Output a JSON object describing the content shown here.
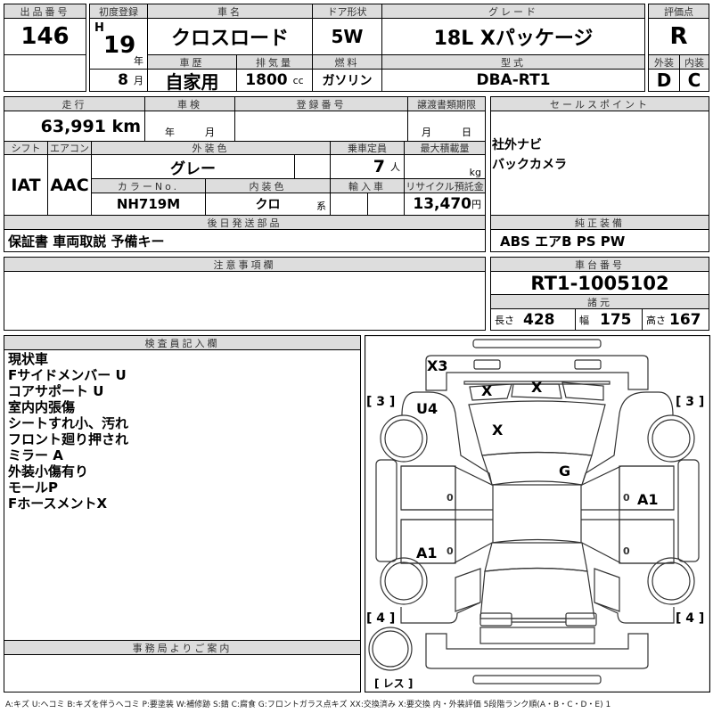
{
  "header": {
    "lot_label": "出品番号",
    "lot": "146",
    "first_reg_label": "初度登録",
    "era": "H",
    "year": "19",
    "year_unit": "年",
    "month": "8",
    "month_unit": "月",
    "car_name_label": "車名",
    "car_name": "クロスロード",
    "door_label": "ドア形状",
    "door": "5W",
    "grade_label": "グレード",
    "grade": "18L Xパッケージ",
    "history_label": "車歴",
    "history": "自家用",
    "displacement_label": "排気量",
    "displacement": "1800",
    "displacement_unit": "cc",
    "fuel_label": "燃料",
    "fuel": "ガソリン",
    "model_label": "型式",
    "model": "DBA-RT1",
    "score_label": "評価点",
    "score": "R",
    "ext_label": "外装",
    "int_label": "内装",
    "ext": "D",
    "int": "C"
  },
  "details": {
    "mileage_label": "走行",
    "mileage": "63,991 km",
    "inspection_label": "車検",
    "year_unit": "年",
    "month_unit": "月",
    "reg_no_label": "登録番号",
    "transfer_label": "譲渡書類期限",
    "day_unit": "日",
    "shift_label": "シフト",
    "shift": "IAT",
    "ac_label": "エアコン",
    "ac": "AAC",
    "color_label": "外装色",
    "color": "グレー",
    "capacity_label": "乗車定員",
    "capacity": "7",
    "capacity_unit": "人",
    "load_label": "最大積載量",
    "load_unit": "kg",
    "color_no_label": "カラーNo.",
    "color_no": "NH719M",
    "interior_label": "内装色",
    "interior": "クロ",
    "interior_unit": "系",
    "import_label": "輸入車",
    "recycle_label": "リサイクル預託金",
    "recycle": "13,470",
    "recycle_unit": "円",
    "parts_label": "後日発送部品",
    "parts": "保証書 車両取説 予備キー"
  },
  "sales": {
    "label": "セールスポイント",
    "items": [
      "社外ナビ",
      "バックカメラ"
    ],
    "equip_label": "純正装備",
    "equip": "ABS エアB PS PW"
  },
  "caution": {
    "label": "注意事項欄"
  },
  "chassis": {
    "label": "車台番号",
    "value": "RT1-1005102",
    "spec_label": "諸元",
    "length_label": "長さ",
    "length": "428",
    "width_label": "幅",
    "width": "175",
    "height_label": "高さ",
    "height": "167"
  },
  "inspector": {
    "label": "検査員記入欄",
    "notes": [
      "現状車",
      "Fサイドメンバー U",
      "コアサポート U",
      "室内内張傷",
      "シートすれ小、汚れ",
      "フロント廻り押され",
      "ミラー A",
      "外装小傷有り",
      "モールP",
      "FホースメントX"
    ]
  },
  "office": {
    "label": "事務局よりご案内"
  },
  "diagram": {
    "marks": [
      "X3",
      "X",
      "X",
      "U4",
      "X",
      "G",
      "A1",
      "A1",
      "0",
      "0",
      "0",
      "0"
    ],
    "tires": [
      "[ 3 ]",
      "[ 3 ]",
      "[ 4 ]",
      "[ 4 ]",
      "[ レス ]"
    ]
  },
  "legend": "A:キズ U:ヘコミ B:キズを伴うヘコミ P:要塗装 W:補修跡 S:錆 C:腐食 G:フロントガラス点キズ XX:交換済み X:要交換 内・外装評価 5段階ランク順(A・B・C・D・E) 1"
}
